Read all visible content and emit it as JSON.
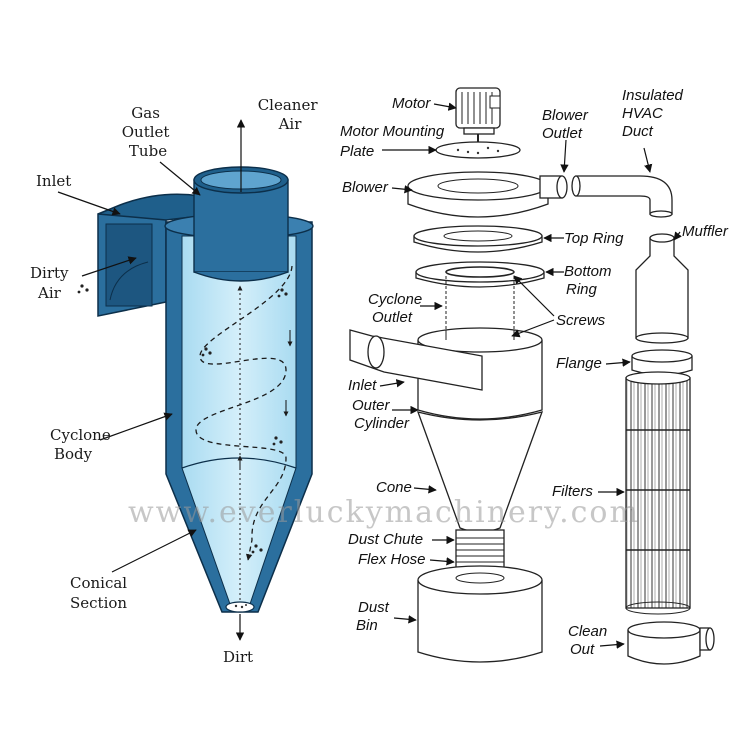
{
  "left_diagram": {
    "labels": {
      "gas_outlet_tube": [
        "Gas",
        "Outlet",
        "Tube"
      ],
      "cleaner_air": [
        "Cleaner",
        "Air"
      ],
      "inlet": "Inlet",
      "dirty_air": [
        "Dirty",
        "Air"
      ],
      "cyclone_body": [
        "Cyclone",
        "Body"
      ],
      "conical_section": [
        "Conical",
        "Section"
      ],
      "dirt": "Dirt"
    },
    "colors": {
      "body_fill": "#b9e3f5",
      "body_dark": "#1f5f8b",
      "body_mid": "#2b6f9e",
      "outline": "#0c2f4a"
    }
  },
  "right_diagram": {
    "labels": {
      "motor": "Motor",
      "motor_mounting_plate": [
        "Motor Mounting",
        "Plate"
      ],
      "blower_outlet": [
        "Blower",
        "Outlet"
      ],
      "insulated_hvac_duct": [
        "Insulated",
        "HVAC",
        "Duct"
      ],
      "blower": "Blower",
      "top_ring": "Top Ring",
      "muffler": "Muffler",
      "bottom_ring": [
        "Bottom",
        "Ring"
      ],
      "cyclone_outlet": [
        "Cyclone",
        "Outlet"
      ],
      "screws": "Screws",
      "flange": "Flange",
      "inlet": "Inlet",
      "outer_cylinder": [
        "Outer",
        "Cylinder"
      ],
      "cone": "Cone",
      "filters": "Filters",
      "dust_chute": "Dust Chute",
      "flex_hose": "Flex Hose",
      "dust_bin": [
        "Dust",
        "Bin"
      ],
      "clean_out": [
        "Clean",
        "Out"
      ]
    }
  },
  "watermark": "www.everluckymachinery.com"
}
